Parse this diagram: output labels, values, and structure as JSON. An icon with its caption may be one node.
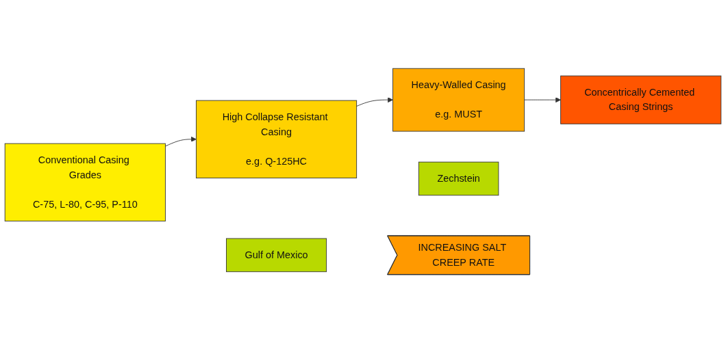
{
  "diagram": {
    "nodes": [
      {
        "text": [
          "Conventional Casing Grades",
          "C-75, L-80, C-95, P-110"
        ]
      },
      {
        "text": [
          "High Collapse Resistant Casing",
          "e.g. Q-125HC"
        ]
      },
      {
        "text": [
          "Heavy-Walled Casing",
          "e.g. MUST"
        ]
      },
      {
        "text": [
          "Concentrically Cemented Casing Strings"
        ]
      },
      {
        "text": [
          "Gulf of Mexico"
        ]
      },
      {
        "text": [
          "Zechstein"
        ]
      },
      {
        "text": [
          "INCREASING SALT CREEP RATE"
        ]
      }
    ],
    "edges": [
      {
        "from": 0,
        "to": 1,
        "arrow": "to"
      },
      {
        "from": 1,
        "to": 2,
        "arrow": "to"
      },
      {
        "from": 2,
        "to": 3,
        "arrow": "to"
      }
    ]
  }
}
